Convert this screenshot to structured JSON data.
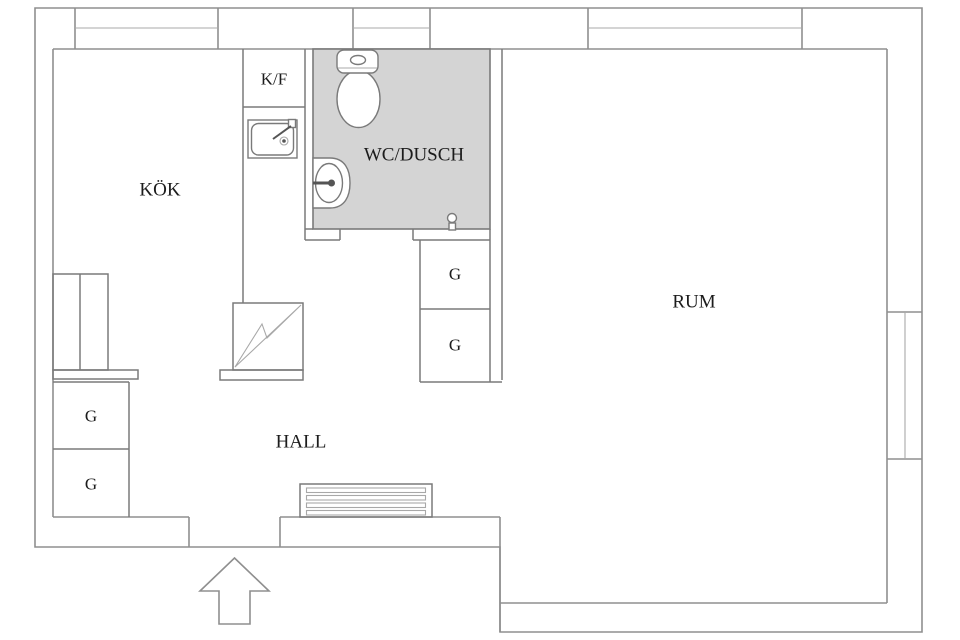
{
  "floor_plan": {
    "rooms": [
      {
        "id": "kok",
        "label": "KÖK"
      },
      {
        "id": "kf",
        "label": "K/F"
      },
      {
        "id": "wc_dusch",
        "label": "WC/DUSCH"
      },
      {
        "id": "rum",
        "label": "RUM"
      },
      {
        "id": "hall",
        "label": "HALL"
      }
    ],
    "wardrobes": [
      {
        "id": "g-hall-upper",
        "label": "G"
      },
      {
        "id": "g-hall-lower",
        "label": "G"
      },
      {
        "id": "g-wc-upper",
        "label": "G"
      },
      {
        "id": "g-wc-lower",
        "label": "G"
      }
    ],
    "colors": {
      "wall_line": "#8f8f8f",
      "interior_line": "#7a7a7a",
      "light_line": "#a8a8a8",
      "bathroom_fill": "#d4d4d4",
      "text": "#1c1c1c",
      "background": "#ffffff"
    }
  }
}
